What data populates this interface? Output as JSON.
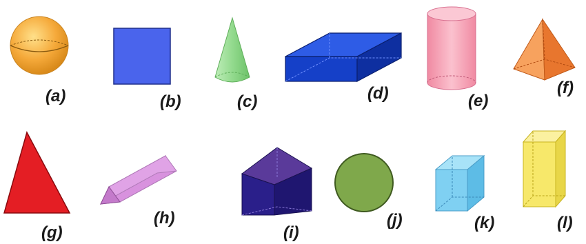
{
  "shapes": [
    {
      "id": "a",
      "label": "(a)",
      "shape": "sphere-icon",
      "color": "#F5A93A"
    },
    {
      "id": "b",
      "label": "(b)",
      "shape": "square-icon",
      "color": "#4A64EC"
    },
    {
      "id": "c",
      "label": "(c)",
      "shape": "cone-icon",
      "color": "#8FD88A"
    },
    {
      "id": "d",
      "label": "(d)",
      "shape": "cuboid-icon",
      "color": "#1540C8"
    },
    {
      "id": "e",
      "label": "(e)",
      "shape": "cylinder-icon",
      "color": "#F59BB0"
    },
    {
      "id": "f",
      "label": "(f)",
      "shape": "square-pyramid-icon",
      "color": "#F58A4C"
    },
    {
      "id": "g",
      "label": "(g)",
      "shape": "triangle-icon",
      "color": "#E41E24"
    },
    {
      "id": "h",
      "label": "(h)",
      "shape": "triangular-prism-icon",
      "color": "#E3A8E8"
    },
    {
      "id": "i",
      "label": "(i)",
      "shape": "dark-triangular-prism-icon",
      "color": "#2A1F8A"
    },
    {
      "id": "j",
      "label": "(j)",
      "shape": "circle-icon",
      "color": "#7FA84B"
    },
    {
      "id": "k",
      "label": "(k)",
      "shape": "cube-icon",
      "color": "#7FD0F2"
    },
    {
      "id": "l",
      "label": "(l)",
      "shape": "rectangular-prism-icon",
      "color": "#F7E86A"
    }
  ]
}
